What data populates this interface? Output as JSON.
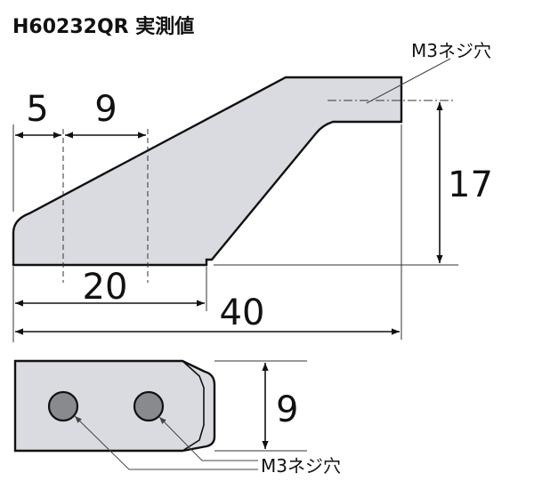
{
  "title": "H60232QR 実測値",
  "dimensions": {
    "top_left": "5",
    "top_mid": "9",
    "height": "17",
    "bottom_inner": "20",
    "total_length": "40",
    "bottom_view_height": "9"
  },
  "labels": {
    "screw_hole_top": "M3ネジ穴",
    "screw_hole_bottom": "M3ネジ穴"
  }
}
